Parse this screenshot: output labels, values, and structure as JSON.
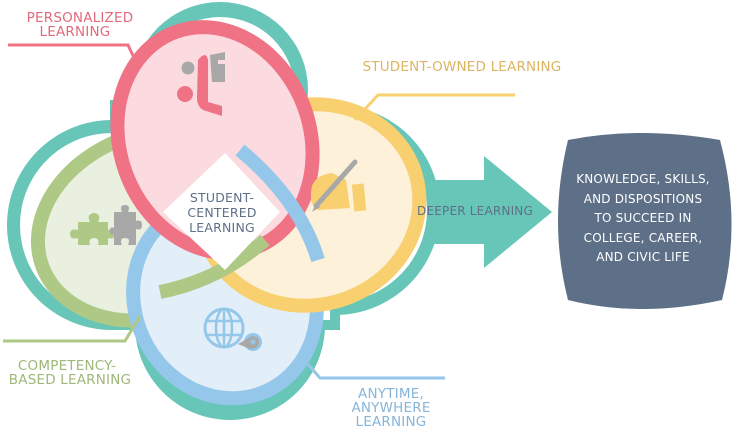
{
  "colors": {
    "teal": "#67c6b8",
    "pink": "#f07285",
    "pink_fill": "#fbdbe0",
    "yellow": "#f8d06f",
    "yellow_fill": "#fdf1da",
    "green": "#aec886",
    "green_fill": "#e9f0e0",
    "blue": "#94c7ea",
    "blue_fill": "#e2eff9",
    "slate": "#5e6f88",
    "gray_icon": "#a8a8a8"
  },
  "center": {
    "lines": [
      "STUDENT-",
      "CENTERED",
      "LEARNING"
    ]
  },
  "pillars": [
    {
      "id": "personalized",
      "lines": [
        "PERSONALIZED",
        "LEARNING"
      ],
      "icon": "student-at-desk-icon"
    },
    {
      "id": "student-owned",
      "lines": [
        "STUDENT-OWNED LEARNING"
      ],
      "icon": "hand-writing-icon"
    },
    {
      "id": "competency",
      "lines": [
        "COMPETENCY-",
        "BASED LEARNING"
      ],
      "icon": "puzzle-pieces-icon"
    },
    {
      "id": "anytime",
      "lines": [
        "ANYTIME,",
        "ANYWHERE",
        "LEARNING"
      ],
      "icon": "globe-location-icon"
    }
  ],
  "arrow": {
    "label": "DEEPER LEARNING"
  },
  "outcome": {
    "lines": [
      "KNOWLEDGE, SKILLS,",
      "AND DISPOSITIONS",
      "TO SUCCEED IN",
      "COLLEGE, CAREER,",
      "AND CIVIC LIFE"
    ]
  }
}
